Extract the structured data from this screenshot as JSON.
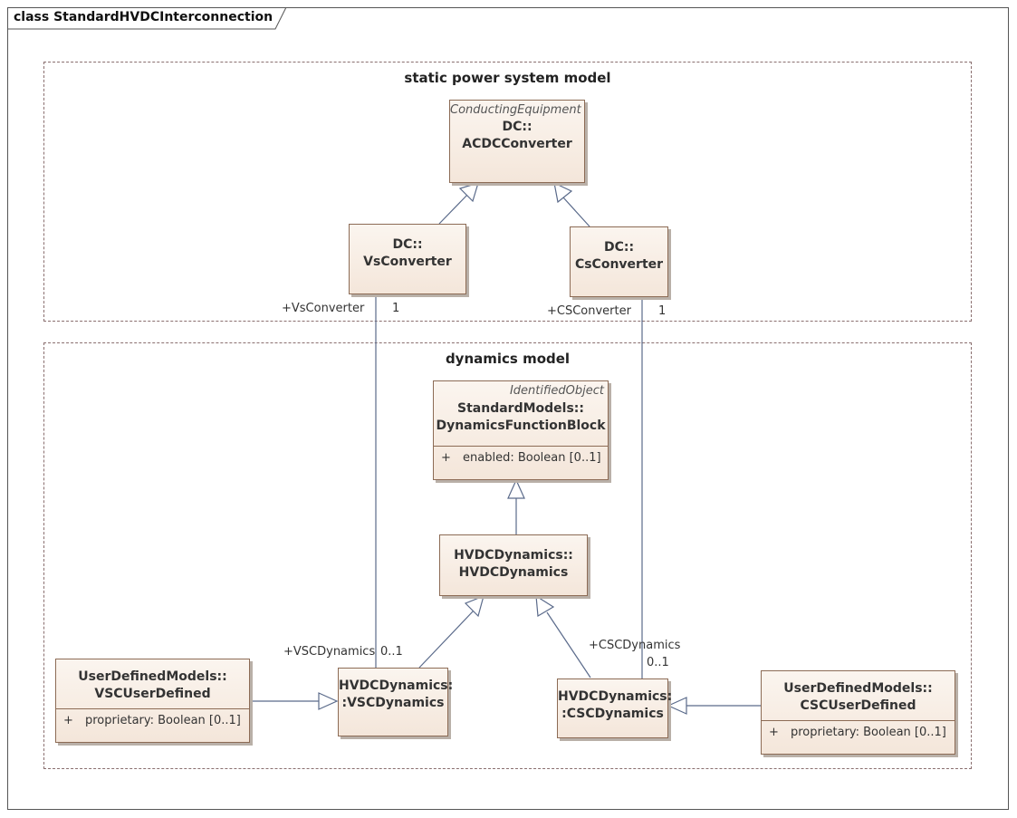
{
  "frame": {
    "title": "class StandardHVDCInterconnection"
  },
  "packages": {
    "static": {
      "title": "static power system model"
    },
    "dynamics": {
      "title": "dynamics model"
    }
  },
  "classes": {
    "acdc": {
      "stereotype": "ConductingEquipment",
      "line1": "DC::",
      "line2": "ACDCConverter"
    },
    "vs": {
      "line1": "DC::",
      "line2": "VsConverter"
    },
    "cs": {
      "line1": "DC::",
      "line2": "CsConverter"
    },
    "dfb": {
      "stereotype": "IdentifiedObject",
      "line1": "StandardModels::",
      "line2": "DynamicsFunctionBlock",
      "attr_vis": "+",
      "attr": "enabled: Boolean [0..1]"
    },
    "hvdc": {
      "line1": "HVDCDynamics::",
      "line2": "HVDCDynamics"
    },
    "vsc": {
      "line1": "HVDCDynamics:",
      "line2": ":VSCDynamics"
    },
    "csc": {
      "line1": "HVDCDynamics:",
      "line2": ":CSCDynamics"
    },
    "vscud": {
      "line1": "UserDefinedModels::",
      "line2": "VSCUserDefined",
      "attr_vis": "+",
      "attr": "proprietary: Boolean [0..1]"
    },
    "cscud": {
      "line1": "UserDefinedModels::",
      "line2": "CSCUserDefined",
      "attr_vis": "+",
      "attr": "proprietary: Boolean [0..1]"
    }
  },
  "roles": {
    "vs_role": "+VsConverter",
    "vs_mult": "1",
    "cs_role": "+CSConverter",
    "cs_mult": "1",
    "vscdyn_role": "+VSCDynamics",
    "vscdyn_mult": "0..1",
    "cscdyn_role": "+CSCDynamics",
    "cscdyn_mult": "0..1"
  },
  "colors": {
    "class_border": "#8c6b55",
    "class_fill": "#f4e6da",
    "line": "#5a6a8a",
    "boundary": "#8a6f6f"
  }
}
